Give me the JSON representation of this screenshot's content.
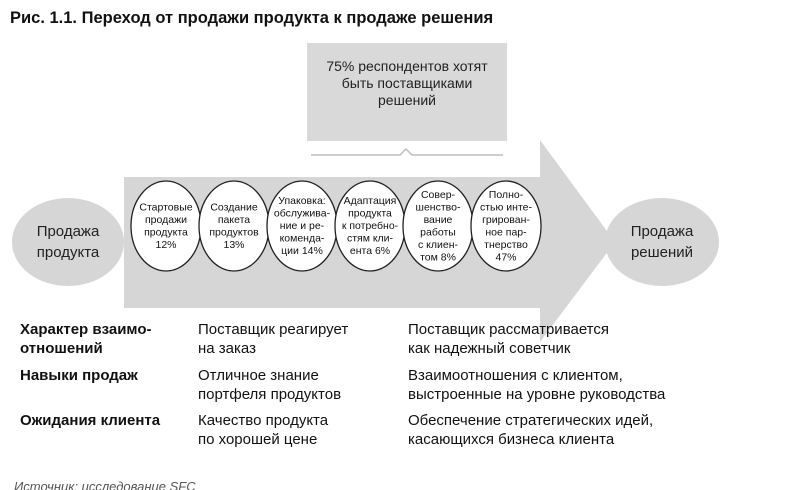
{
  "title": "Рис. 1.1. Переход от продажи продукта к продаже решения",
  "callout": {
    "lines": [
      "75% респондентов хотят",
      "быть поставщиками",
      "решений"
    ]
  },
  "start": {
    "lines": [
      "Продажа",
      "продукта"
    ]
  },
  "end": {
    "lines": [
      "Продажа",
      "решений"
    ]
  },
  "stages": [
    {
      "lines": [
        "Стартовые",
        "продажи",
        "продукта",
        "12%"
      ]
    },
    {
      "lines": [
        "Создание",
        "пакета",
        "продуктов",
        "13%"
      ]
    },
    {
      "lines": [
        "Упаковка:",
        "обслужива-",
        "ние и ре-",
        "коменда-",
        "ции 14%"
      ]
    },
    {
      "lines": [
        "Адаптация",
        "продукта",
        "к потребно-",
        "стям кли-",
        "ента 6%"
      ]
    },
    {
      "lines": [
        "Совер-",
        "шенство-",
        "вание",
        "работы",
        "с клиен-",
        "том 8%"
      ]
    },
    {
      "lines": [
        "Полно-",
        "стью инте-",
        "грирован-",
        "ное пар-",
        "тнерство",
        "47%"
      ]
    }
  ],
  "rows": [
    {
      "label": [
        "Характер взаимо-",
        "отношений"
      ],
      "left": [
        "Поставщик реагирует",
        "на заказ"
      ],
      "right": [
        "Поставщик рассматривается",
        "как надежный советчик"
      ]
    },
    {
      "label": [
        "Навыки продаж"
      ],
      "left": [
        "Отличное знание",
        "портфеля продуктов"
      ],
      "right": [
        "Взаимоотношения с клиентом,",
        "выстроенные на уровне руководства"
      ]
    },
    {
      "label": [
        "Ожидания клиента"
      ],
      "left": [
        "Качество продукта",
        "по хорошей цене"
      ],
      "right": [
        "Обеспечение стратегических идей,",
        "касающихся бизнеса клиента"
      ]
    }
  ],
  "source": "Источник: исследование SFC",
  "colors": {
    "gray": "#d6d6d6",
    "callout": "#d9d9d9",
    "stroke": "#222222",
    "circle": "#ffffff"
  }
}
